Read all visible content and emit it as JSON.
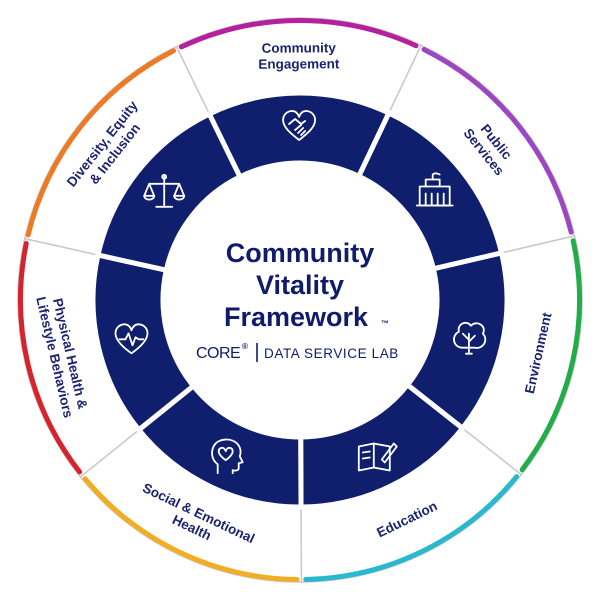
{
  "framework": {
    "title_lines": [
      "Community",
      "Vitality",
      "Framework"
    ],
    "trademark": "™",
    "logo": {
      "core": "CORE",
      "core_mark": "®",
      "lab": "DATA SERVICE LAB"
    }
  },
  "colors": {
    "navy": "#0f1f6e",
    "outer_fill": "#ffffff",
    "separator": "#c9c9c9"
  },
  "segments": [
    {
      "id": "community-engagement",
      "lines": [
        "Community",
        "Engagement"
      ],
      "color": "#b5209e",
      "icon": "heart-hands-icon"
    },
    {
      "id": "public-services",
      "lines": [
        "Public",
        "Services"
      ],
      "color": "#9c46c2",
      "icon": "building-icon"
    },
    {
      "id": "environment",
      "lines": [
        "Environment"
      ],
      "color": "#23ad4a",
      "icon": "tree-icon"
    },
    {
      "id": "education",
      "lines": [
        "Education"
      ],
      "color": "#2bb8cf",
      "icon": "book-pencil-icon"
    },
    {
      "id": "social-emotional-health",
      "lines": [
        "Social & Emotional",
        "Health"
      ],
      "color": "#f2ad22",
      "icon": "head-heart-icon"
    },
    {
      "id": "physical-health",
      "lines": [
        "Physical Health &",
        "Lifestyle Behaviors"
      ],
      "color": "#d6232d",
      "icon": "heart-pulse-icon"
    },
    {
      "id": "diversity-equity-inclusion",
      "lines": [
        "Diversity, Equity",
        "& Inclusion"
      ],
      "color": "#ef7a25",
      "icon": "scales-icon"
    }
  ]
}
